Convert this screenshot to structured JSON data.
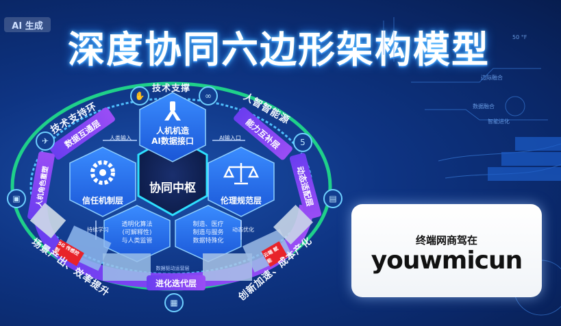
{
  "badge": "AI 生成",
  "title": "深度协同六边形架构模型",
  "center": "协同中枢",
  "hexes": {
    "top": {
      "line1": "人机机造",
      "line2": "AI数据接口"
    },
    "left": "信任机制层",
    "right": "伦理规范层",
    "bottom_left": {
      "line1": "透明化算法",
      "line2": "(可解释性)",
      "line3": "与人类监管"
    },
    "bottom_right": {
      "line1": "制造、医疗",
      "line2": "制造与服务",
      "line3": "数据特殊化"
    }
  },
  "arrows": {
    "left_input": "人类输入",
    "right_input": "AI输入口",
    "continuous_learning": "持续学习",
    "dynamic_optimization": "动态优化",
    "small_caption": "数据驱动运营层"
  },
  "pills": {
    "top": "技术支撑",
    "data_interop": "数据互通层",
    "capability": "能力互补层",
    "dynamic_adapt": "动态适配层",
    "human_ai_role": "人机角色重塑",
    "evolution": "进化迭代层",
    "tag_5g": "5G 传感控制",
    "tag_right": "云端 赋能"
  },
  "ring_labels": {
    "tech_ring": "技术支持环",
    "ai_energy": "人智智能源",
    "scene_output": "场景产出、效率提升",
    "innovation": "创新加速、成本产化"
  },
  "card": {
    "subtitle": "终端网商驾在",
    "brand": "youwmicun"
  },
  "deco": [
    "50 °F",
    "边际融合",
    "数据融合",
    "智能进化"
  ]
}
